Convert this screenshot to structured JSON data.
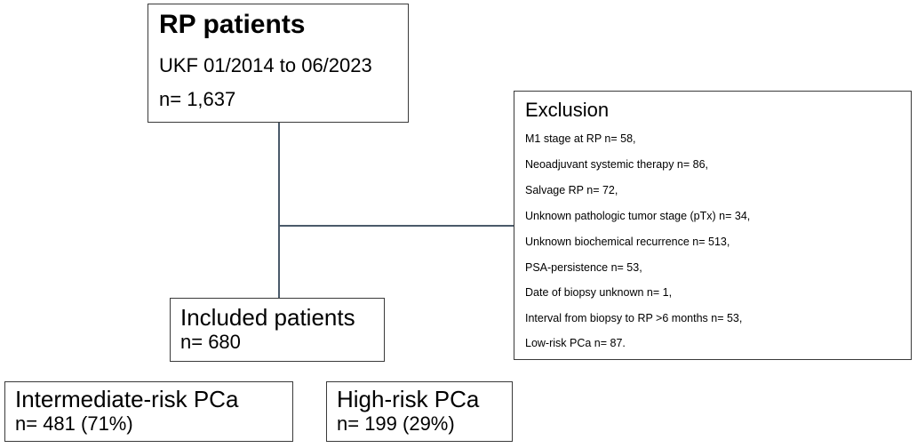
{
  "rp_box": {
    "title": "RP patients",
    "subtitle": "UKF 01/2014 to 06/2023",
    "count": "n= 1,637"
  },
  "exclusion_box": {
    "title": "Exclusion",
    "items": [
      "M1 stage at RP n= 58,",
      "Neoadjuvant systemic therapy n= 86,",
      "Salvage RP n= 72,",
      "Unknown pathologic tumor stage (pTx) n= 34,",
      "Unknown biochemical recurrence n= 513,",
      "PSA-persistence n= 53,",
      "Date of biopsy unknown n= 1,",
      "Interval from biopsy to RP >6 months n= 53,",
      "Low-risk PCa n= 87."
    ]
  },
  "included_box": {
    "title": "Included patients",
    "count": "n= 680"
  },
  "intermediate_box": {
    "title": "Intermediate-risk PCa",
    "count": "n= 481 (71%)"
  },
  "high_box": {
    "title": "High-risk PCa",
    "count": "n= 199 (29%)"
  }
}
